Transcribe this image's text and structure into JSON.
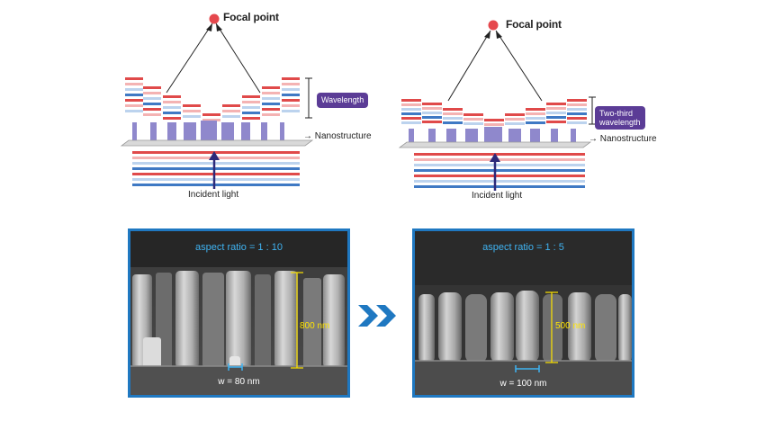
{
  "left_diagram": {
    "focal_label": "Focal point",
    "badge_label": "Wavelength",
    "nanostructure_label": "→ Nanostructure",
    "incident_label": "Incident light"
  },
  "right_diagram": {
    "focal_label": "Focal point",
    "badge_line1": "Two-third",
    "badge_line2": "wavelength",
    "nanostructure_label": "→ Nanostructure",
    "incident_label": "Incident light"
  },
  "left_sem": {
    "title": "aspect ratio = 1 : 10",
    "height_label": "800 nm",
    "width_label": "w = 80 nm"
  },
  "right_sem": {
    "title": "aspect ratio = 1 : 5",
    "height_label": "500 nm",
    "width_label": "w = 100 nm"
  },
  "colors": {
    "red_band": "#e04a4a",
    "blue_band": "#3f79c4",
    "pillar": "#8f88cc",
    "badge": "#5b3c96",
    "frame": "#1f78c1",
    "arrow": "#1f78c1",
    "sem_title": "#3fb3f2",
    "sem_scale": "#ffe400"
  }
}
